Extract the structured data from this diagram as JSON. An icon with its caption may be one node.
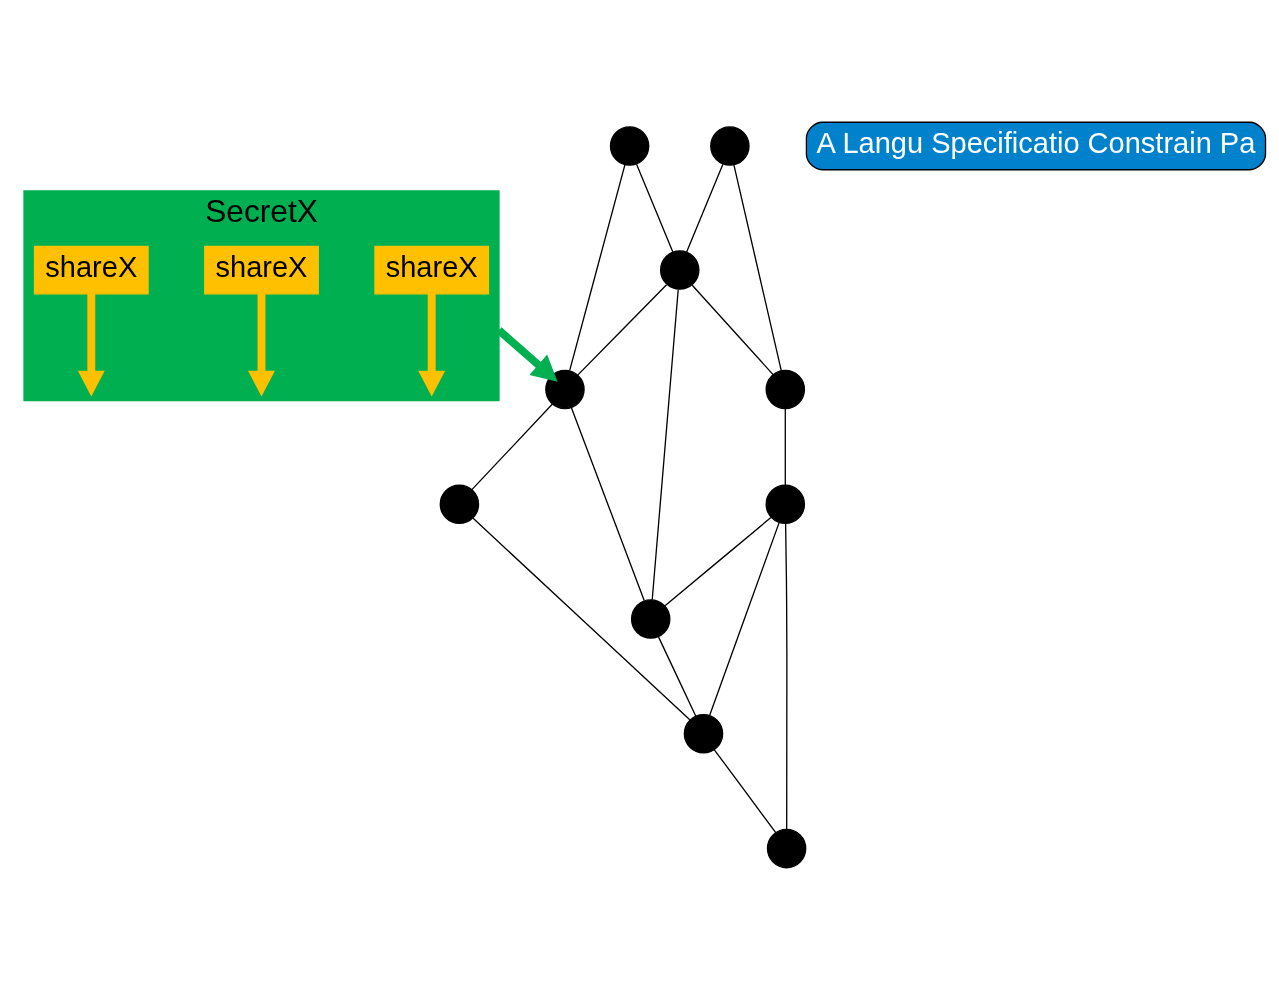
{
  "diagram": {
    "nodes": [
      {
        "text": [
          "SecretX"
        ]
      },
      {
        "text": [
          "shareX"
        ],
        "in": 0
      },
      {
        "text": [
          "shareX"
        ],
        "in": 0
      },
      {
        "text": [
          "shareX"
        ],
        "in": 0
      },
      {
        "text": [
          "A Langu Specificatio Constrain Pa"
        ]
      },
      {
        "text": [],
        "shape": "circle"
      },
      {
        "text": [],
        "shape": "circle"
      },
      {
        "text": [],
        "shape": "circle"
      },
      {
        "text": [],
        "shape": "circle"
      },
      {
        "text": [],
        "shape": "circle"
      },
      {
        "text": [],
        "shape": "circle"
      },
      {
        "text": [],
        "shape": "circle"
      },
      {
        "text": [],
        "shape": "circle"
      },
      {
        "text": [],
        "shape": "circle"
      },
      {
        "text": [],
        "shape": "circle"
      }
    ],
    "edges": [
      {
        "from": 1,
        "to": null,
        "arrow": "to",
        "style": "thick",
        "color": "#ffc000"
      },
      {
        "from": 2,
        "to": null,
        "arrow": "to",
        "style": "thick",
        "color": "#ffc000"
      },
      {
        "from": 3,
        "to": null,
        "arrow": "to",
        "style": "thick",
        "color": "#ffc000"
      },
      {
        "from": 0,
        "to": 7,
        "arrow": "to",
        "style": "thick",
        "color": "#00b050"
      },
      {
        "from": 5,
        "to": 8,
        "arrow": "none"
      },
      {
        "from": 5,
        "to": 7,
        "arrow": "none"
      },
      {
        "from": 6,
        "to": 8,
        "arrow": "none"
      },
      {
        "from": 6,
        "to": 10,
        "arrow": "none"
      },
      {
        "from": 8,
        "to": 7,
        "arrow": "none"
      },
      {
        "from": 8,
        "to": 10,
        "arrow": "none"
      },
      {
        "from": 8,
        "to": 12,
        "arrow": "none"
      },
      {
        "from": 7,
        "to": 12,
        "arrow": "none"
      },
      {
        "from": 7,
        "to": 9,
        "arrow": "none"
      },
      {
        "from": 9,
        "to": 11,
        "arrow": "none"
      },
      {
        "from": 12,
        "to": 11,
        "arrow": "none"
      },
      {
        "from": 11,
        "to": 13,
        "arrow": "none"
      },
      {
        "from": 10,
        "to": 14,
        "arrow": "none"
      },
      {
        "from": 14,
        "to": 12,
        "arrow": "none"
      },
      {
        "from": 14,
        "to": 11,
        "arrow": "none"
      },
      {
        "from": 14,
        "to": 13,
        "arrow": "none"
      }
    ]
  }
}
